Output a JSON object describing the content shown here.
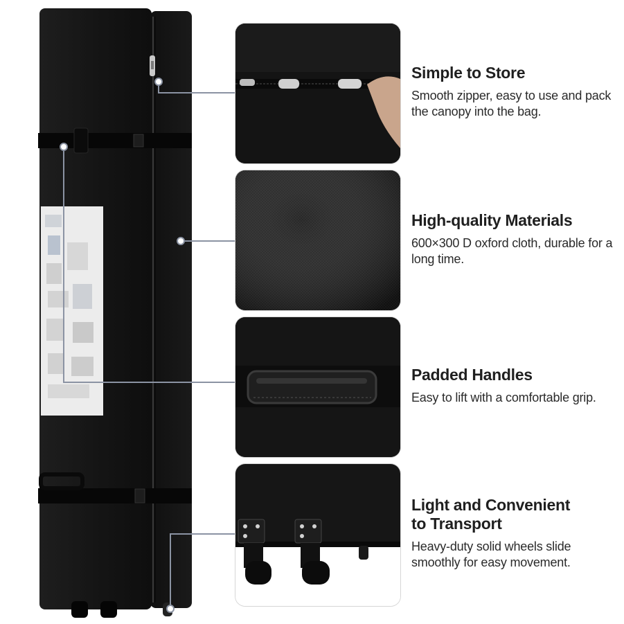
{
  "features": [
    {
      "title": "Simple to Store",
      "description": "Smooth zipper, easy to use and pack the canopy into the bag.",
      "image": "zipper-closeup"
    },
    {
      "title": "High-quality Materials",
      "description": "600×300 D oxford cloth,  durable for a long time.",
      "image": "fabric-closeup"
    },
    {
      "title": "Padded Handles",
      "description": "Easy to lift with a comfortable grip.",
      "image": "handle-closeup"
    },
    {
      "title_line1": "Light and Convenient",
      "title_line2": "to Transport",
      "description": "Heavy-duty solid wheels slide smoothly for easy movement.",
      "image": "wheels-closeup"
    }
  ],
  "colors": {
    "bag": "#141414",
    "strap": "#0a0a0a",
    "callout_line": "#8b93a3",
    "text": "#222222",
    "background": "#ffffff"
  }
}
